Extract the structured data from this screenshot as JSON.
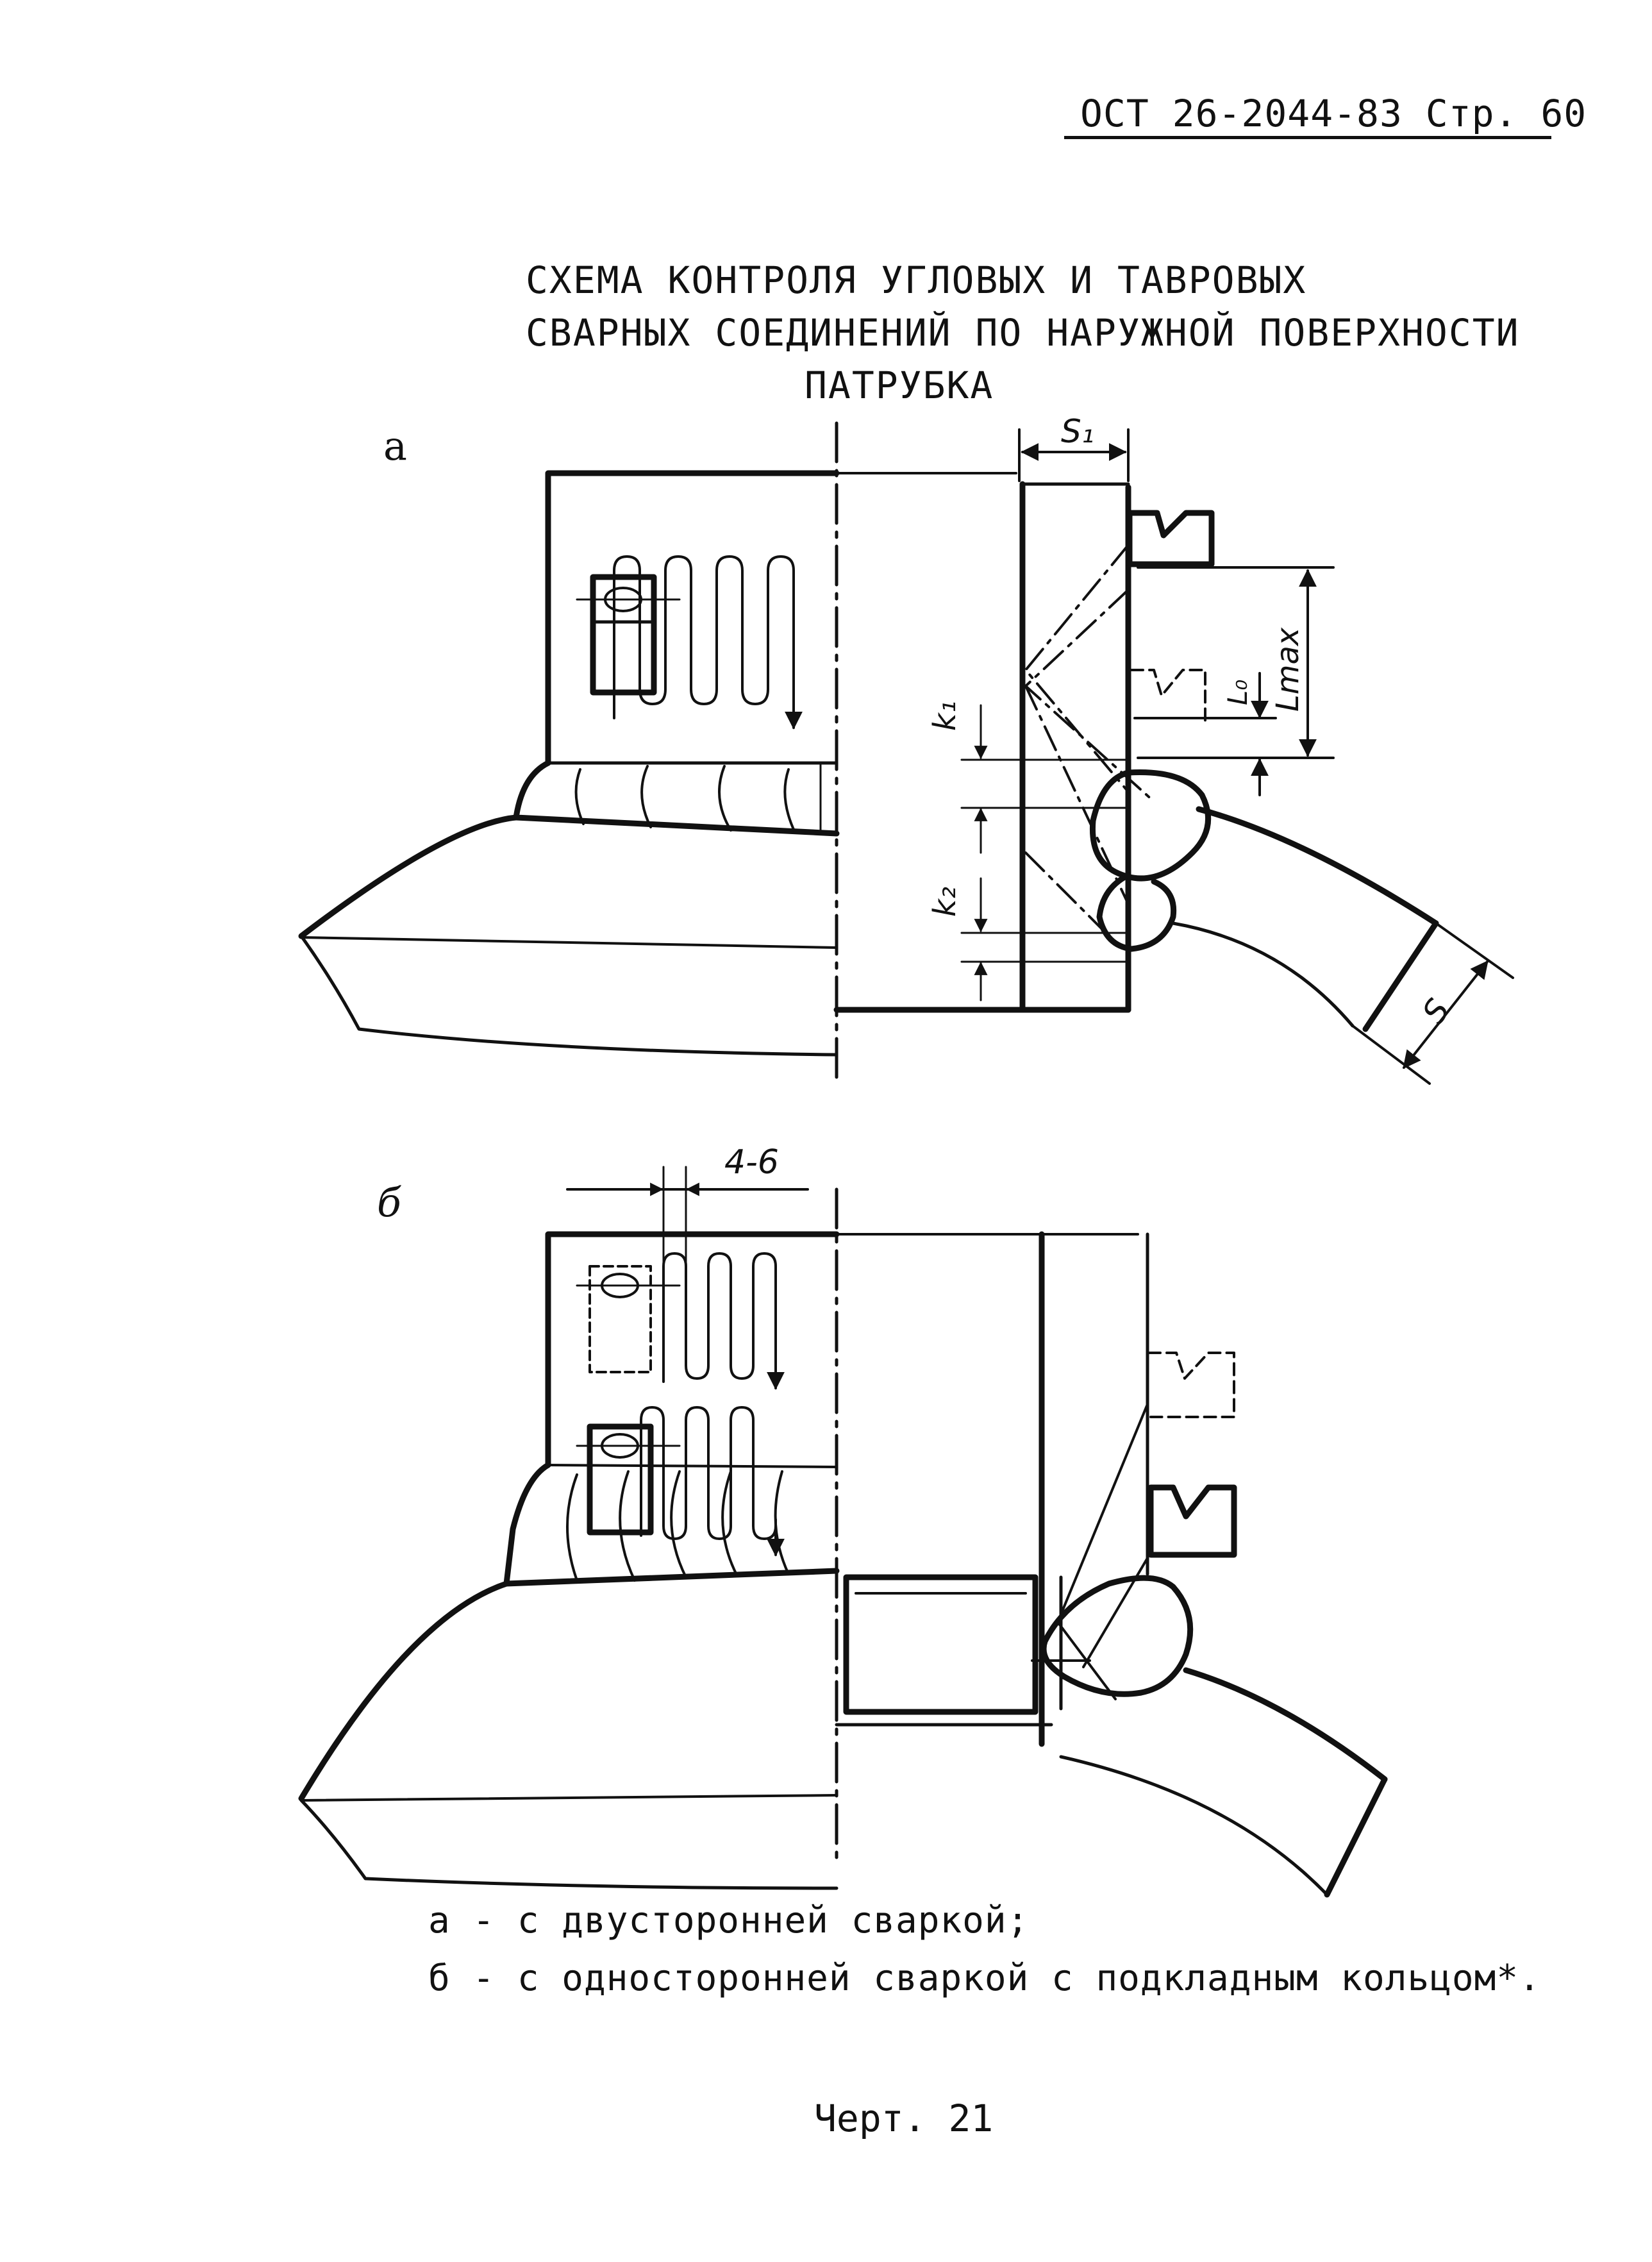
{
  "header": {
    "doc_ref": "ОСТ 26-2044-83 Стр. 60"
  },
  "title": {
    "line1": "СХЕМА КОНТРОЛЯ    УГЛОВЫХ И ТАВРОВЫХ",
    "line2": "СВАРНЫХ СОЕДИНЕНИЙ ПО НАРУЖНОЙ ПОВЕРХНОСТИ",
    "line3": "ПАТРУБКА"
  },
  "panels": {
    "a": {
      "label": "а",
      "dims": {
        "s1": "S₁",
        "k1": "k₁",
        "k2": "k₂",
        "l0": "L₀",
        "lmax": "Lmax",
        "s": "S"
      }
    },
    "b": {
      "label": "б",
      "dims": {
        "pitch": "4-6"
      }
    }
  },
  "captions": {
    "a": "а - с двусторонней сваркой;",
    "b": "б - с односторонней сваркой с подкладным кольцом*."
  },
  "figure_label": "Черт. 21"
}
